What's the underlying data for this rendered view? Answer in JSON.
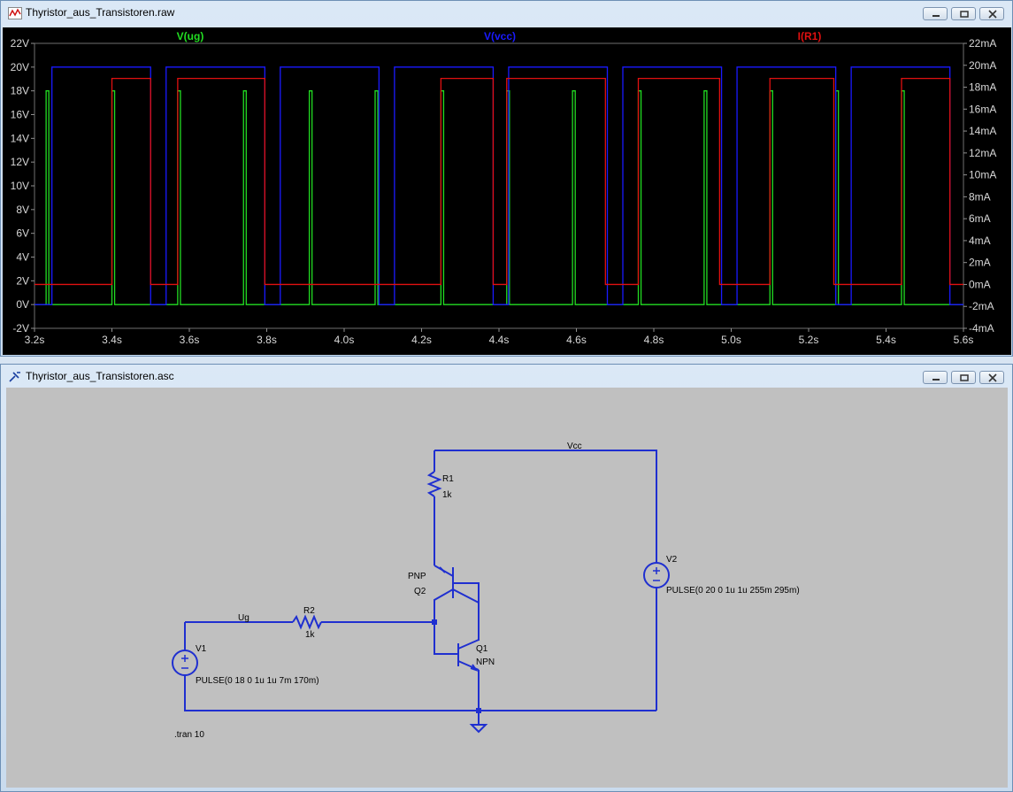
{
  "waveform_window": {
    "title": "Thyristor_aus_Transistoren.raw",
    "legend": [
      {
        "label": "V(ug)",
        "color": "#22dd22"
      },
      {
        "label": "V(vcc)",
        "color": "#1a1aff"
      },
      {
        "label": "I(R1)",
        "color": "#e01010"
      }
    ]
  },
  "schematic_window": {
    "title": "Thyristor_aus_Transistoren.asc",
    "labels": {
      "vcc": "Vcc",
      "r1_name": "R1",
      "r1_value": "1k",
      "r2_name": "R2",
      "r2_value": "1k",
      "ug": "Ug",
      "pnp": "PNP",
      "q2": "Q2",
      "q1": "Q1",
      "npn": "NPN",
      "v1_name": "V1",
      "v1_value": "PULSE(0 18 0 1u 1u 7m 170m)",
      "v2_name": "V2",
      "v2_value": "PULSE(0 20 0 1u 1u 255m 295m)",
      "tran": ".tran 10"
    }
  },
  "chart_data": {
    "type": "line",
    "x_ticks": [
      "3.2s",
      "3.4s",
      "3.6s",
      "3.8s",
      "4.0s",
      "4.2s",
      "4.4s",
      "4.6s",
      "4.8s",
      "5.0s",
      "5.2s",
      "5.4s",
      "5.6s"
    ],
    "y_left_ticks": [
      "22V",
      "20V",
      "18V",
      "16V",
      "14V",
      "12V",
      "10V",
      "8V",
      "6V",
      "4V",
      "2V",
      "0V",
      "-2V"
    ],
    "y_right_ticks": [
      "22mA",
      "20mA",
      "18mA",
      "16mA",
      "14mA",
      "12mA",
      "10mA",
      "8mA",
      "6mA",
      "4mA",
      "2mA",
      "0mA",
      "-2mA",
      "-4mA"
    ],
    "xlim": [
      3.2,
      5.6
    ],
    "ylim_left": [
      -2,
      22
    ],
    "ylim_right": [
      -4,
      22
    ],
    "background": "#000000",
    "series": [
      {
        "name": "V(ug)",
        "axis": "left",
        "color": "#22dd22",
        "high": 18,
        "low": 0,
        "pulse_starts_s": [
          3.23,
          3.4,
          3.57,
          3.74,
          3.91,
          4.08,
          4.25,
          4.42,
          4.59,
          4.76,
          4.93,
          5.1,
          5.27,
          5.44
        ],
        "pulse_width_s": 0.007
      },
      {
        "name": "V(vcc)",
        "axis": "left",
        "color": "#1a1aff",
        "high": 20,
        "low": 0,
        "pulse_starts_s": [
          3.245,
          3.54,
          3.835,
          4.13,
          4.425,
          4.72,
          5.015,
          5.31
        ],
        "pulse_width_s": 0.255
      },
      {
        "name": "I(R1)",
        "axis": "right",
        "color": "#e01010",
        "high_mA": 18.8,
        "low_mA": 0,
        "on_intervals_s": [
          [
            3.4,
            3.5
          ],
          [
            3.57,
            3.795
          ],
          [
            4.25,
            4.385
          ],
          [
            4.42,
            4.675
          ],
          [
            4.76,
            4.97
          ],
          [
            5.1,
            5.265
          ],
          [
            5.44,
            5.565
          ]
        ]
      }
    ]
  }
}
